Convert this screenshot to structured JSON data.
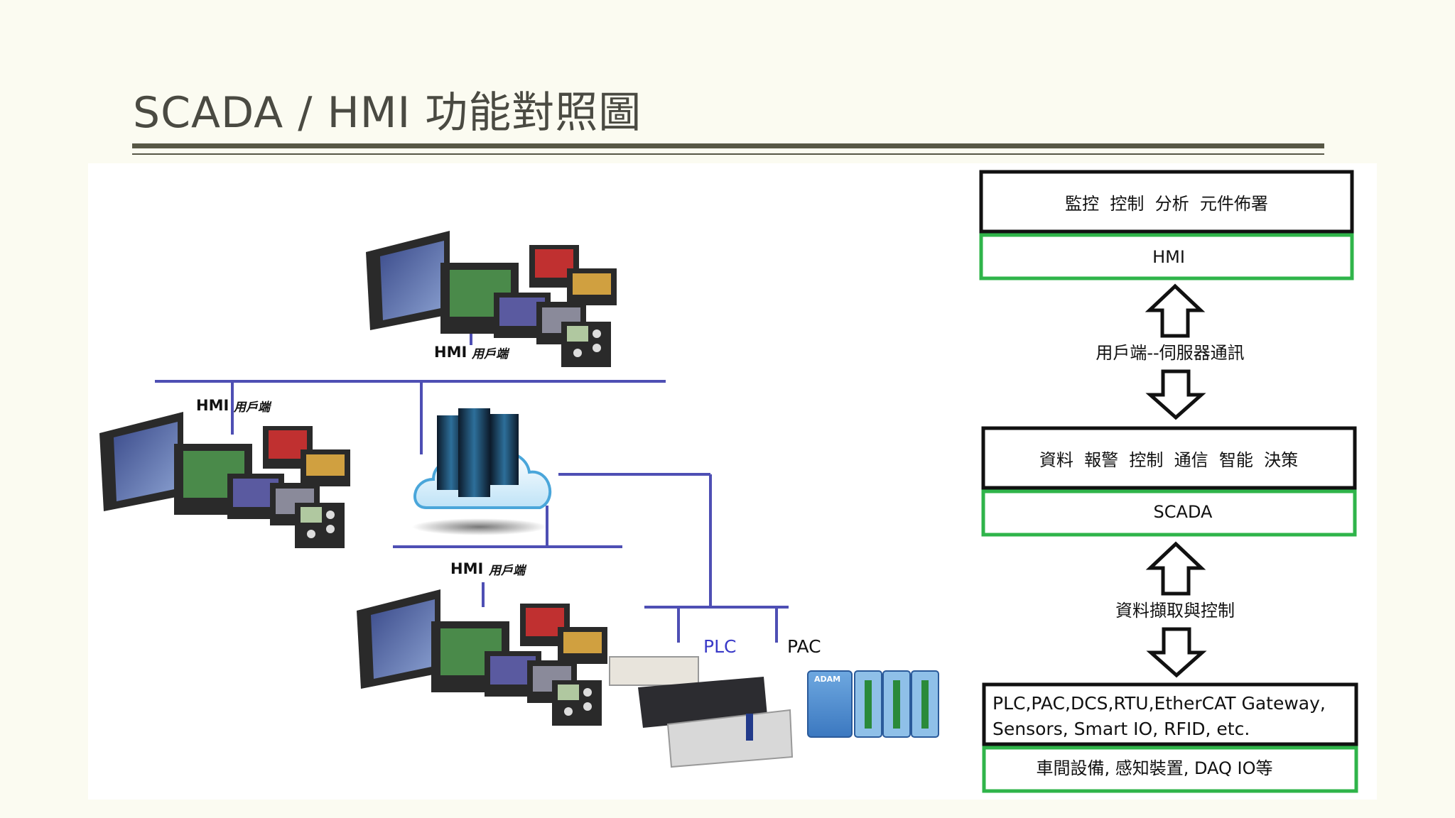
{
  "title": "SCADA / HMI  功能對照圖",
  "network": {
    "hmi_client_label": "HMI",
    "hmi_client_suffix": "用戶端",
    "plc_label": "PLC",
    "pac_label": "PAC",
    "adam_logo": "ADAM"
  },
  "stack": {
    "hmi_functions": "監控  控制  分析  元件佈署",
    "hmi_label": "HMI",
    "comm_label": "用戶端--伺服器通訊",
    "scada_functions": "資料  報警  控制  通信  智能  決策",
    "scada_label": "SCADA",
    "acquire_label": "資料擷取與控制",
    "devices_line1": "PLC,PAC,DCS,RTU,EtherCAT Gateway,",
    "devices_line2": "Sensors, Smart IO, RFID, etc.",
    "field_label": "車間設備, 感知裝置, DAQ IO等"
  },
  "colors": {
    "background": "#fbfbf1",
    "title": "#4a4a42",
    "rule": "#575746",
    "network_line": "#4e4fb4",
    "green_border": "#2fb44a",
    "black_border": "#111111",
    "plc_text": "#3a3ac8"
  }
}
